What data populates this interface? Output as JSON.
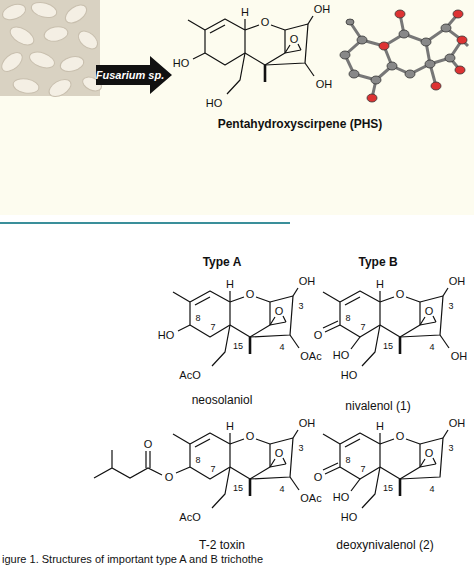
{
  "diagram": {
    "caption": "igure 1. Structures of important type A and B trichothe",
    "labels": [
      "Fusarium sp.",
      "H",
      "O",
      "OH",
      "O",
      "HO",
      "HO",
      "OH",
      "Pentahydroxyscirpene (PHS)",
      "Type A",
      "Type B",
      "H",
      "O",
      "3",
      "OH",
      "O",
      "HO",
      "8",
      "7",
      "15",
      "4",
      "AcO",
      "OAc",
      "neosolaniol",
      "H",
      "O",
      "3",
      "OH",
      "O",
      "O",
      "8",
      "7",
      "HO",
      "15",
      "HO",
      "4",
      "OH",
      "nivalenol (1)",
      "O",
      "O",
      "H",
      "O",
      "3",
      "OH",
      "O",
      "8",
      "7",
      "15",
      "4",
      "AcO",
      "OAc",
      "T-2 toxin",
      "H",
      "O",
      "3",
      "OH",
      "O",
      "O",
      "8",
      "7",
      "HO",
      "15",
      "HO",
      "4",
      "deoxynivalenol (2)"
    ]
  }
}
